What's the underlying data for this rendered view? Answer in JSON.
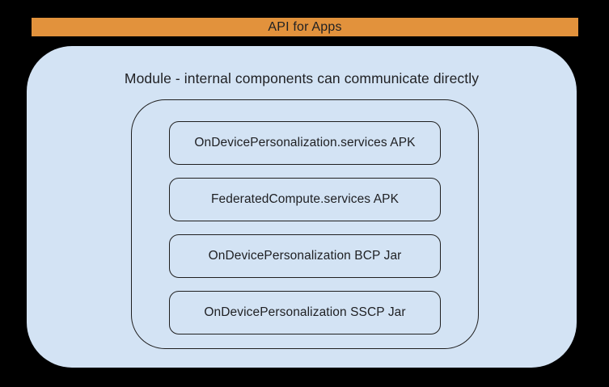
{
  "colors": {
    "page_background": "#000000",
    "banner_fill": "#E2923C",
    "module_fill": "#D3E3F4",
    "outline": "#1F1F1F",
    "text": "#202124"
  },
  "banner": {
    "label": "API for Apps"
  },
  "module": {
    "title": "Module - internal components can communicate directly",
    "components": [
      {
        "label": "OnDevicePersonalization.services APK"
      },
      {
        "label": "FederatedCompute.services APK"
      },
      {
        "label": "OnDevicePersonalization BCP Jar"
      },
      {
        "label": "OnDevicePersonalization SSCP Jar"
      }
    ]
  }
}
